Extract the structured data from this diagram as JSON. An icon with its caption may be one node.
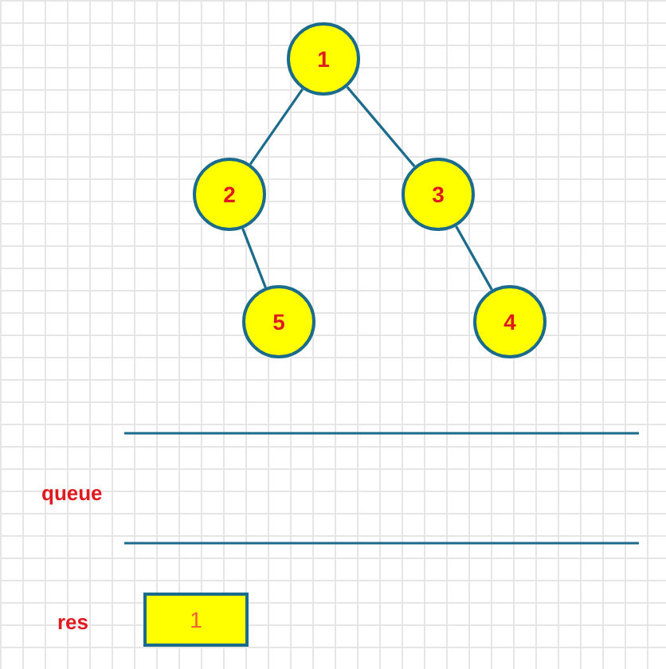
{
  "diagram": {
    "nodes": [
      {
        "text": [
          "1"
        ]
      },
      {
        "text": [
          "2"
        ]
      },
      {
        "text": [
          "3"
        ]
      },
      {
        "text": [
          "5"
        ]
      },
      {
        "text": [
          "4"
        ]
      },
      {
        "text": [
          "1"
        ]
      }
    ],
    "edges": [
      {
        "from": 0,
        "to": 1,
        "arrow": "none"
      },
      {
        "from": 0,
        "to": 2,
        "arrow": "none"
      },
      {
        "from": 1,
        "to": 3,
        "arrow": "none"
      },
      {
        "from": 2,
        "to": 4,
        "arrow": "none"
      }
    ],
    "labels": [
      "queue",
      "res"
    ]
  }
}
